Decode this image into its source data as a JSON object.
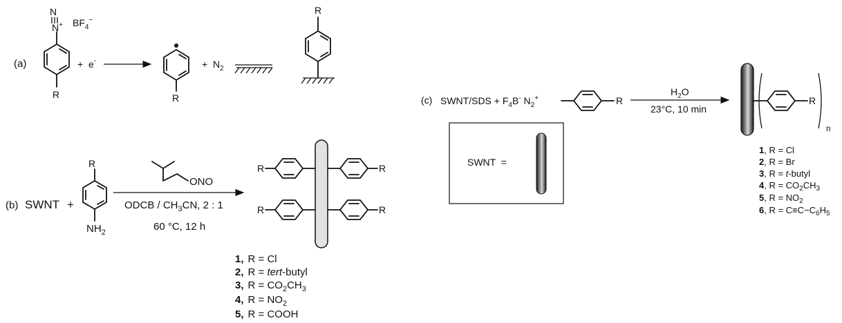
{
  "panel_a": {
    "label": "(a)",
    "diazo_n": "N",
    "diazo_counterion": "BF",
    "diazo_counterion_sub": "4",
    "diazo_counterion_sup": "−",
    "plus1": "+",
    "electron": "e",
    "electron_sup": "-",
    "plus2": "+",
    "n2": "N",
    "n2_sub": "2",
    "r_reactant": "R",
    "r_radical": "R",
    "r_product": "R"
  },
  "panel_b": {
    "label": "(b)",
    "swnt": "SWNT",
    "plus": "+",
    "r_top": "R",
    "nh2": "NH",
    "nh2_sub": "2",
    "reagent": "ONO",
    "solvent_pre": "ODCB / CH",
    "solvent_sub": "3",
    "solvent_post": "CN, 2 : 1",
    "conditions": "60 °C, 12 h",
    "r_product": "R",
    "compounds": [
      {
        "num": "1,",
        "pre": "R = Cl",
        "ital": "",
        "post": "",
        "sub": ""
      },
      {
        "num": "2,",
        "pre": "R = ",
        "ital": "tert",
        "post": "-butyl",
        "sub": ""
      },
      {
        "num": "3,",
        "pre": "R = CO",
        "ital": "",
        "post": "CH",
        "sub": "2",
        "sub2": "3"
      },
      {
        "num": "4,",
        "pre": "R = NO",
        "ital": "",
        "post": "",
        "sub": "2"
      },
      {
        "num": "5,",
        "pre": "R = COOH",
        "ital": "",
        "post": "",
        "sub": ""
      }
    ]
  },
  "panel_c": {
    "label": "(c)",
    "reactant_pre": "SWNT/SDS + F",
    "reactant_f_sub": "4",
    "reactant_b": "B",
    "reactant_b_sup": "-",
    "reactant_n": " N",
    "reactant_n_sub": "2",
    "reactant_n_sup": "+",
    "r_reactant": "R",
    "h2o": "H",
    "h2o_sub": "2",
    "h2o_post": "O",
    "conditions": "23°C, 10 min",
    "r_product": "R",
    "n_sub": "n",
    "legend_label": "SWNT  =",
    "compounds": [
      {
        "num": "1",
        "text": ", R = Cl"
      },
      {
        "num": "2",
        "text": ", R = Br"
      },
      {
        "num": "3",
        "text": ", R = ",
        "ital": "t",
        "post": "-butyl"
      },
      {
        "num": "4",
        "text": ", R = CO",
        "sub": "2",
        "post": "CH",
        "sub2": "3"
      },
      {
        "num": "5",
        "text": ", R = NO",
        "sub": "2"
      },
      {
        "num": "6",
        "text": ", R = C≡C−C",
        "sub": "6",
        "post": "H",
        "sub2": "5"
      }
    ]
  }
}
